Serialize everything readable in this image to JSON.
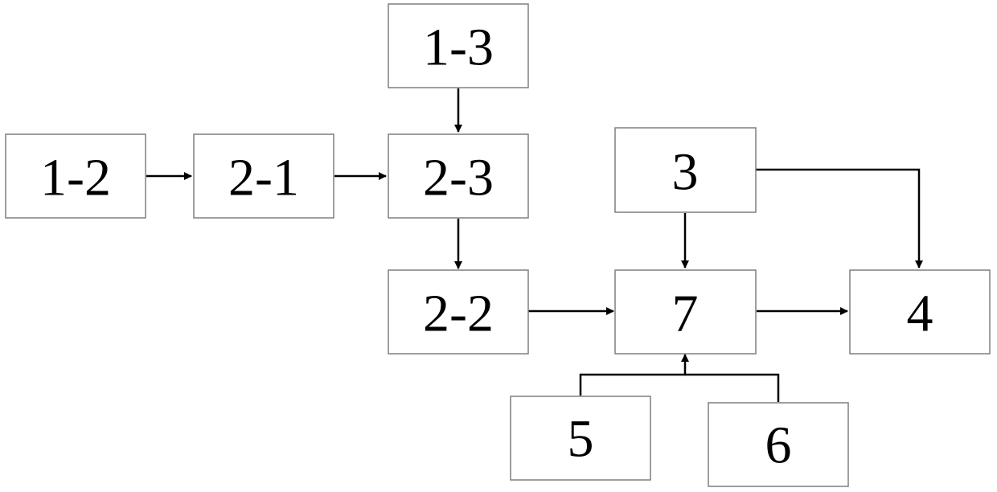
{
  "diagram": {
    "nodes": {
      "n1_2": "1-2",
      "n2_1": "2-1",
      "n1_3": "1-3",
      "n2_3": "2-3",
      "n2_2": "2-2",
      "n3": "3",
      "n7": "7",
      "n4": "4",
      "n5": "5",
      "n6": "6"
    },
    "edges": [
      {
        "from": "1-2",
        "to": "2-1"
      },
      {
        "from": "2-1",
        "to": "2-3"
      },
      {
        "from": "1-3",
        "to": "2-3"
      },
      {
        "from": "2-3",
        "to": "2-2"
      },
      {
        "from": "2-2",
        "to": "7"
      },
      {
        "from": "3",
        "to": "7"
      },
      {
        "from": "3",
        "to": "4"
      },
      {
        "from": "7",
        "to": "4"
      },
      {
        "from": "5",
        "to": "7"
      },
      {
        "from": "6",
        "to": "7"
      }
    ],
    "colors": {
      "box_border": "#7f7f7f",
      "arrow": "#000000",
      "text": "#000000",
      "background": "#ffffff"
    }
  }
}
